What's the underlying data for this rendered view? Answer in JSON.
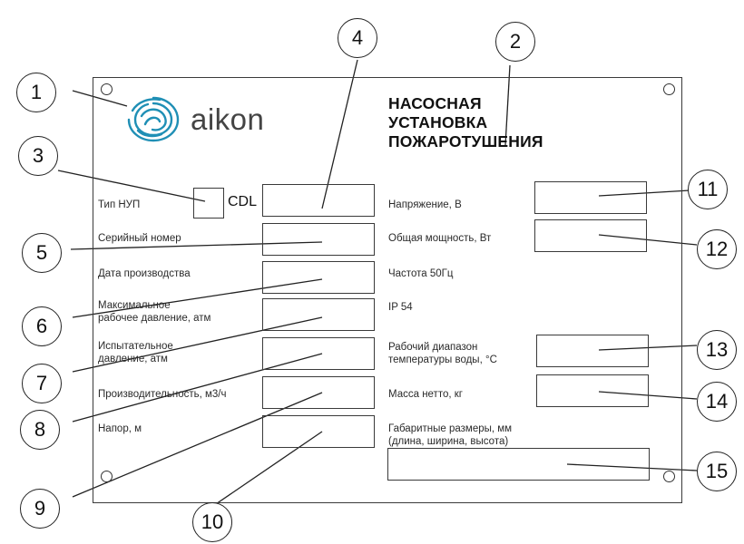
{
  "logo": {
    "brand": "aikon",
    "icon": "aikon-swirl-logo-icon"
  },
  "title": {
    "line1": "НАСОСНАЯ",
    "line2": "УСТАНОВКА",
    "line3": "ПОЖАРОТУШЕНИЯ"
  },
  "type_suffix": "CDL",
  "labels_left": {
    "type": "Тип НУП",
    "serial": "Серийный номер",
    "date": "Дата производства",
    "max_pressure_1": "Максимальное",
    "max_pressure_2": "рабочее давление, атм",
    "test_pressure_1": "Испытательное",
    "test_pressure_2": "давление, атм",
    "capacity": "Производительность, м3/ч",
    "head": "Напор, м"
  },
  "labels_right": {
    "voltage": "Напряжение, В",
    "power": "Общая мощность, Вт",
    "frequency": "Частота 50Гц",
    "ip": "IP 54",
    "temp_1": "Рабочий диапазон",
    "temp_2": "температуры воды, °С",
    "mass": "Масса нетто, кг",
    "dims_1": "Габаритные размеры, мм",
    "dims_2": "(длина, ширина, высота)"
  },
  "callouts": [
    "1",
    "2",
    "3",
    "4",
    "5",
    "6",
    "7",
    "8",
    "9",
    "10",
    "11",
    "12",
    "13",
    "14",
    "15"
  ]
}
